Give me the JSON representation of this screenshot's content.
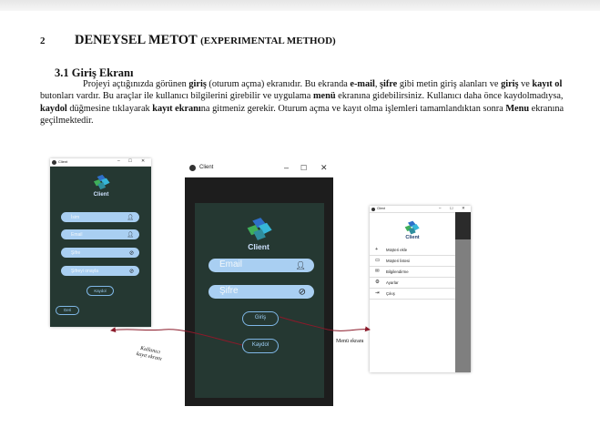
{
  "section": {
    "number": "2",
    "title": "DENEYSEL METOT",
    "title_en": "(EXPERIMENTAL METHOD)"
  },
  "subsection": {
    "title": "3.1 Giriş Ekranı"
  },
  "paragraph": {
    "s1": "Projeyi açtığınızda görünen ",
    "b1": "giriş",
    "s2": " (oturum açma) ekranıdır. Bu ekranda ",
    "b2": "e-mail",
    "s3": ", ",
    "b3": "şifre",
    "s4": " gibi metin giriş alanları ve ",
    "b4": "giriş",
    "s5": " ve ",
    "b5": "kayıt ol",
    "s6": " butonları vardır. Bu araçlar ile kullanıcı bilgilerini girebilir ve uygulama ",
    "b6": "menü",
    "s7": " ekranına gidebilirsiniz. Kullanıcı daha önce kaydolmadıysa, ",
    "b7": "kaydol",
    "s8": " düğmesine tıklayarak ",
    "b8": "kayıt ekranı",
    "s9": "na gitmeniz gerekir. Oturum açma ve kayıt olma işlemleri tamamlandıktan sonra ",
    "b9": "Menu",
    "s10": " ekranına geçilmektedir."
  },
  "colors": {
    "app_bg": "#253832",
    "field": "#a9cff2",
    "button_outline": "#7fb7e6",
    "arrow": "#8b1a2a"
  },
  "register_window": {
    "title": "Client",
    "controls": [
      "–",
      "☐",
      "✕"
    ],
    "logo_text": "Client",
    "fields": [
      {
        "label": "İsim",
        "icon": "person-icon"
      },
      {
        "label": "Email",
        "icon": "person-icon"
      },
      {
        "label": "Şifre",
        "icon": "eye-off-icon"
      },
      {
        "label": "Şifreyi onayla",
        "icon": "eye-off-icon"
      }
    ],
    "register_button": "Kaydol",
    "back_button": "Geri"
  },
  "login_window": {
    "title": "Client",
    "controls": [
      "–",
      "☐",
      "✕"
    ],
    "logo_text": "Client",
    "email_placeholder": "Email",
    "password_placeholder": "Şifre",
    "login_button": "Giriş",
    "register_button": "Kaydol"
  },
  "menu_window": {
    "title": "Client",
    "controls": [
      "–",
      "☐",
      "✕"
    ],
    "logo_text": "Client",
    "items": [
      {
        "label": "Müşteri ekle",
        "icon": "plus-icon"
      },
      {
        "label": "Müşteri listesi",
        "icon": "list-icon"
      },
      {
        "label": "Bilgilendirme",
        "icon": "mail-icon"
      },
      {
        "label": "Ayarlar",
        "icon": "gear-icon"
      },
      {
        "label": "Çıkış",
        "icon": "logout-icon"
      }
    ]
  },
  "annotations": {
    "register_screen_line1": "Kullanıcı",
    "register_screen_line2": "kayıt ekranı",
    "menu_screen": "Menü ekranı"
  }
}
